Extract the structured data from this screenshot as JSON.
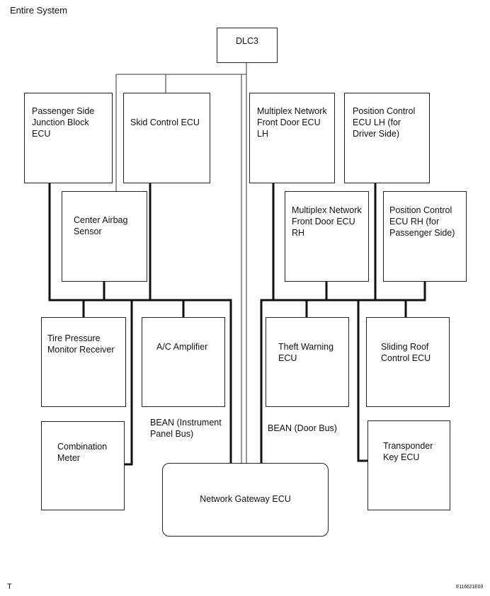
{
  "header": {
    "title": "Entire System"
  },
  "footer": {
    "left_mark": "T",
    "figure_id": "E116621E03"
  },
  "diagram": {
    "nodes": {
      "dlc3": "DLC3",
      "passenger_jb": "Passenger Side\nJunction Block\nECU",
      "skid": "Skid Control ECU",
      "mpx_lh": "Multiplex Network\nFront Door ECU\nLH",
      "pos_lh": "Position Control\nECU LH (for\nDriver Side)",
      "airbag": "Center Airbag\nSensor",
      "mpx_rh": "Multiplex Network\nFront Door ECU\nRH",
      "pos_rh": "Position Control\nECU RH (for\nPassenger Side)",
      "tire": "Tire Pressure\nMonitor Receiver",
      "ac": "A/C Amplifier",
      "theft": "Theft Warning\nECU",
      "roof": "Sliding Roof\nControl ECU",
      "combo": "Combination\nMeter",
      "transponder": "Transponder\nKey ECU",
      "gateway": "Network Gateway ECU"
    },
    "bus_labels": {
      "instrument": "BEAN (Instrument\nPanel Bus)",
      "door": "BEAN (Door Bus)"
    }
  }
}
